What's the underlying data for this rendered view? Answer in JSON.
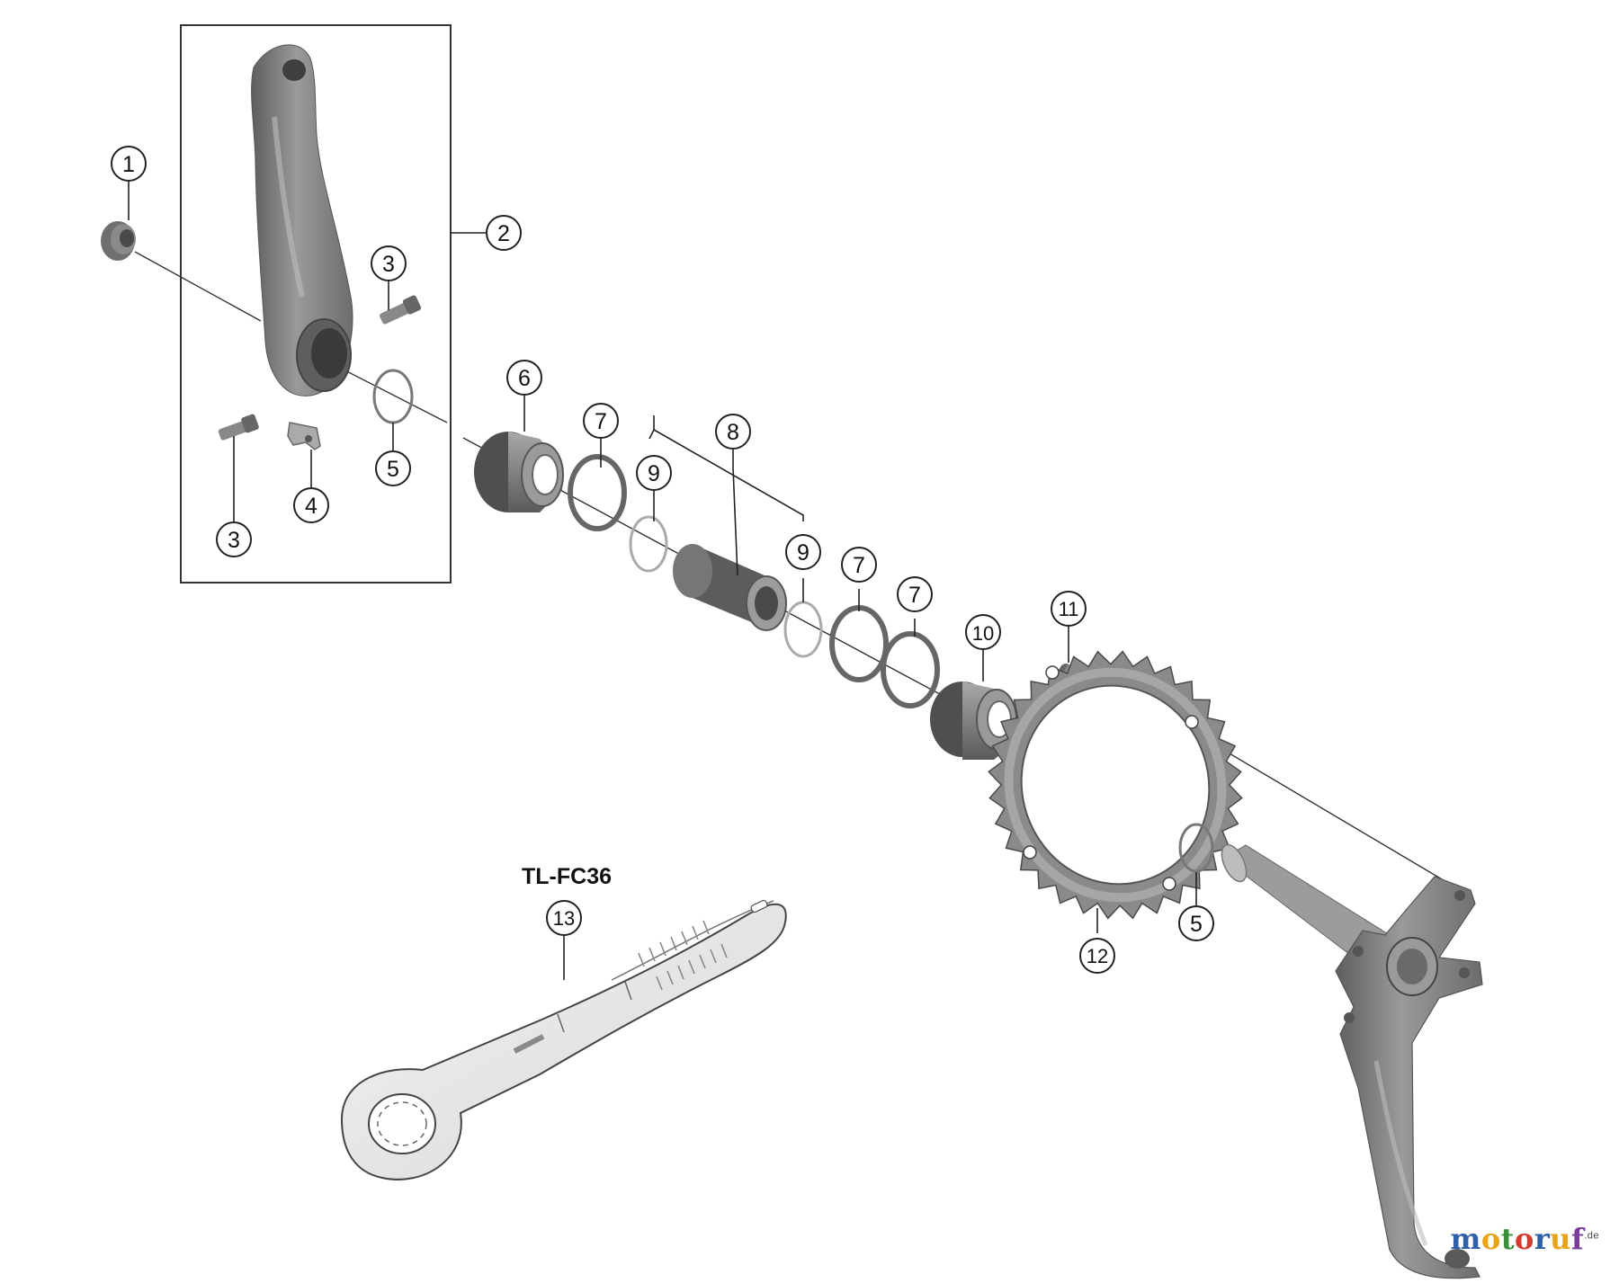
{
  "callouts": {
    "c1": "1",
    "c2": "2",
    "c3a": "3",
    "c3b": "3",
    "c4": "4",
    "c5a": "5",
    "c6": "6",
    "c7a": "7",
    "c7b": "7",
    "c7c": "7",
    "c8": "8",
    "c9a": "9",
    "c9b": "9",
    "c10": "10",
    "c11": "11",
    "c12": "12",
    "c5b": "5",
    "c13": "13"
  },
  "tool_label": "TL-FC36",
  "watermark": {
    "letters": [
      "m",
      "o",
      "t",
      "o",
      "r",
      "u",
      "f"
    ],
    "suffix": ".de"
  },
  "colors": {
    "part_gray": "#8e8e8e",
    "part_dark": "#6a6a6a",
    "part_light": "#b8b8b8",
    "line": "#333333"
  }
}
